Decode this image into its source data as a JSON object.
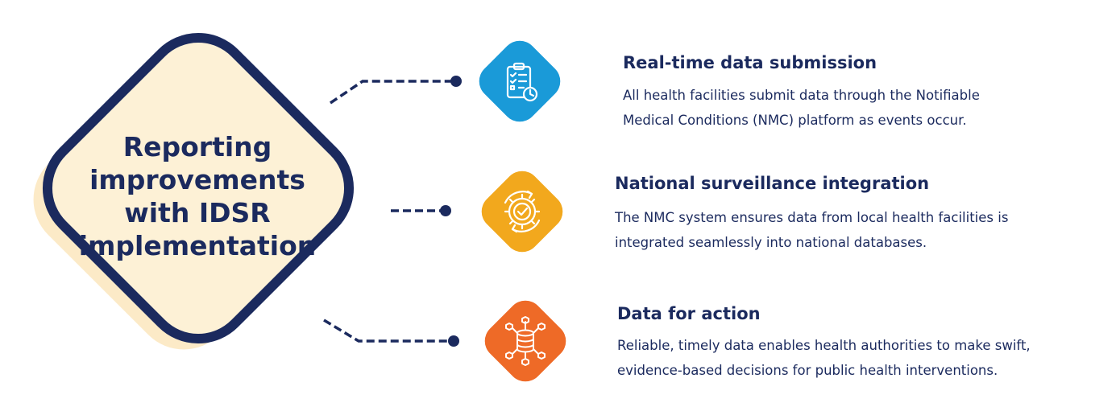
{
  "center": {
    "title_line1": "Reporting",
    "title_line2": "improvements",
    "title_line3": "with IDSR",
    "title_line4": "implementation"
  },
  "items": [
    {
      "heading": "Real-time data submission",
      "body_line1": "All health facilities submit data through the Notifiable",
      "body_line2": "Medical Conditions (NMC) platform as events occur.",
      "icon": "checklist-clock-icon",
      "color": "#1a9ad8"
    },
    {
      "heading": "National surveillance integration",
      "body_line1": "The NMC system ensures data from local health facilities is",
      "body_line2": "integrated seamlessly into national databases.",
      "icon": "gear-cycle-check-icon",
      "color": "#f2a81d"
    },
    {
      "heading": "Data for action",
      "body_line1": "Reliable, timely data enables health authorities to make swift,",
      "body_line2": "evidence-based decisions for public health interventions.",
      "icon": "database-network-icon",
      "color": "#ee6a27"
    }
  ],
  "colors": {
    "navy": "#1b2a5e",
    "cream": "#fdf1d6",
    "cream_shadow": "#fbe3b4"
  }
}
